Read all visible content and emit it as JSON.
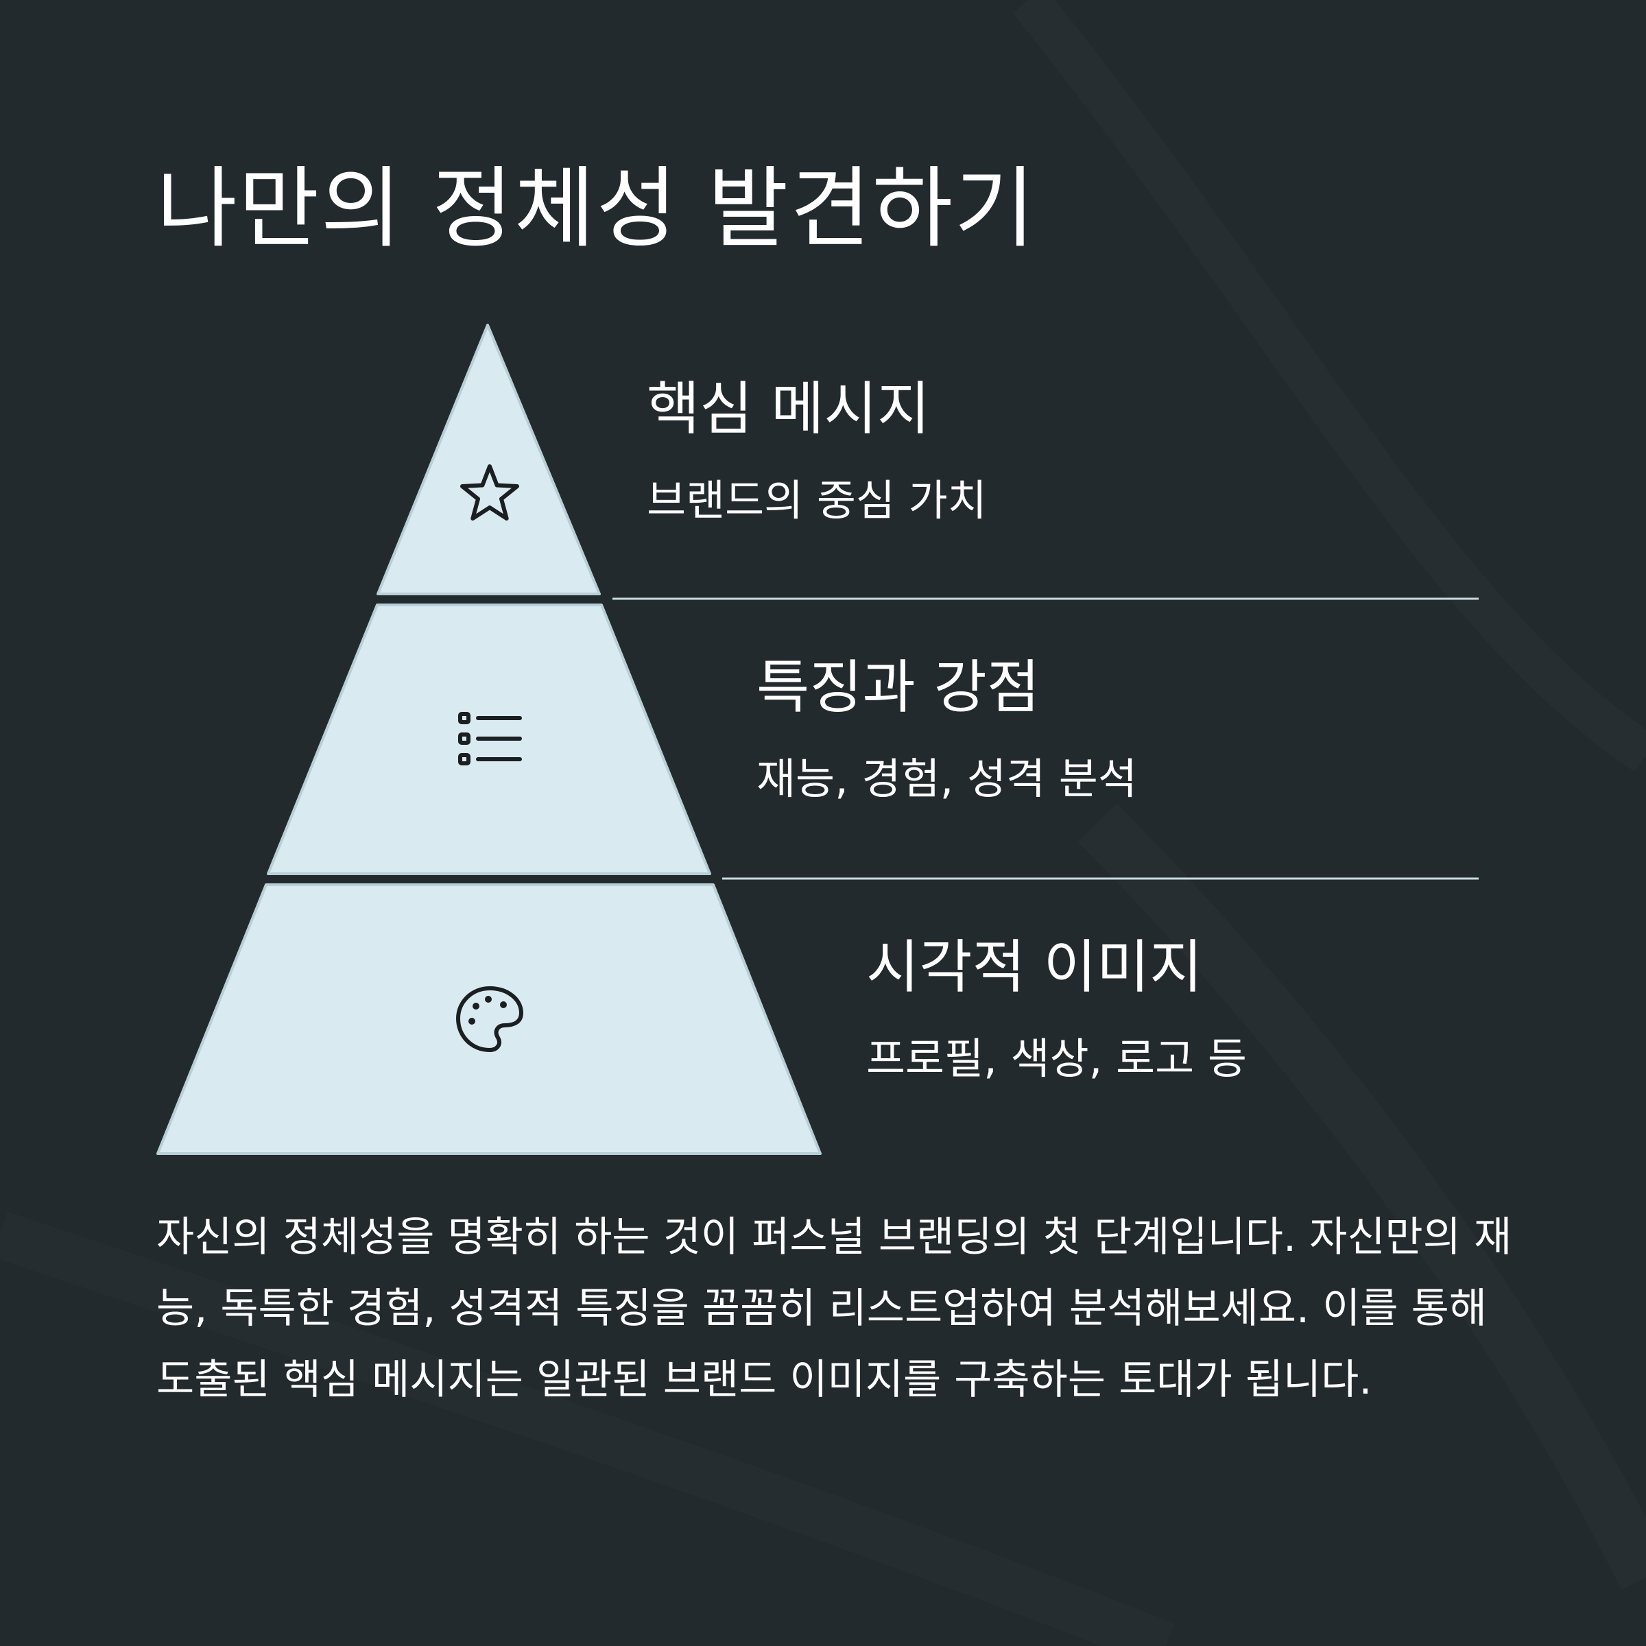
{
  "title": "나만의 정체성 발견하기",
  "colors": {
    "background": "#232a2d",
    "tier_fill": "#d9ebf1",
    "tier_stroke": "#b9cfd6",
    "divider": "#c8dbe0",
    "text": "#ffffff",
    "icon": "#1b1f22"
  },
  "tiers": [
    {
      "title": "핵심 메시지",
      "subtitle": "브랜드의 중심 가치",
      "icon": "star-icon"
    },
    {
      "title": "특징과 강점",
      "subtitle": "재능, 경험, 성격 분석",
      "icon": "list-icon"
    },
    {
      "title": "시각적 이미지",
      "subtitle": "프로필, 색상, 로고 등",
      "icon": "palette-icon"
    }
  ],
  "description": "자신의 정체성을 명확히 하는 것이 퍼스널 브랜딩의 첫 단계입니다. 자신만의 재능, 독특한 경험, 성격적 특징을 꼼꼼히 리스트업하여 분석해보세요. 이를 통해 도출된 핵심 메시지는 일관된 브랜드 이미지를 구축하는 토대가 됩니다."
}
